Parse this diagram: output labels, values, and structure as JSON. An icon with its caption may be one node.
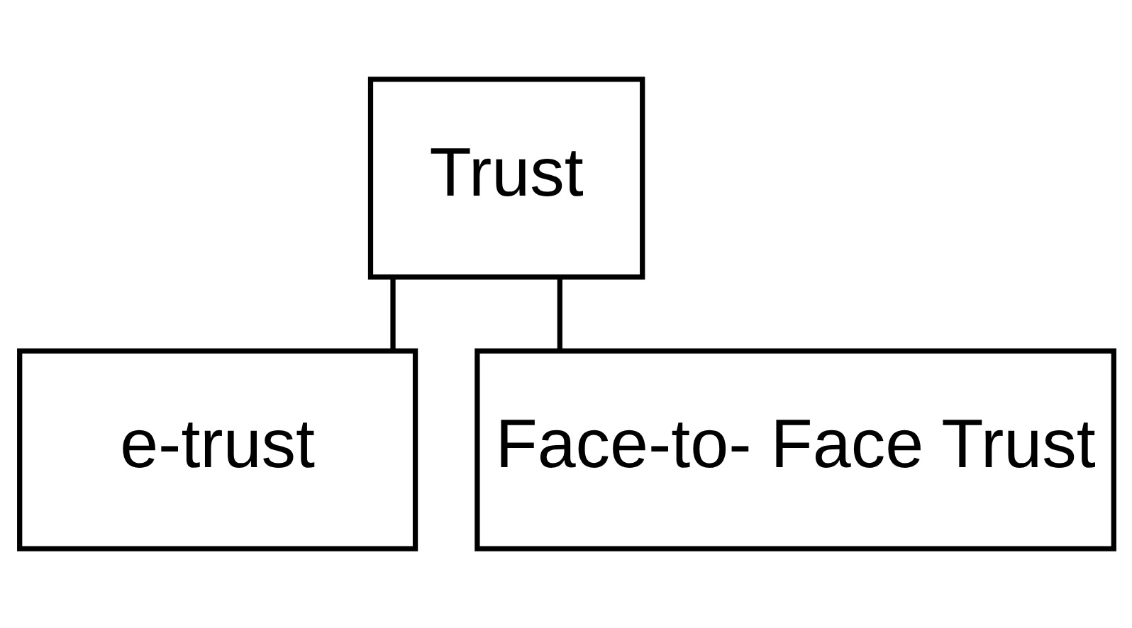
{
  "diagram": {
    "nodes": [
      {
        "text": [
          "Trust"
        ]
      },
      {
        "text": [
          "e-trust"
        ]
      },
      {
        "text": [
          "Face-to- Face Trust"
        ]
      }
    ],
    "edges": [
      {
        "from": 0,
        "to": 1,
        "arrow": "none"
      },
      {
        "from": 0,
        "to": 2,
        "arrow": "none"
      }
    ]
  }
}
